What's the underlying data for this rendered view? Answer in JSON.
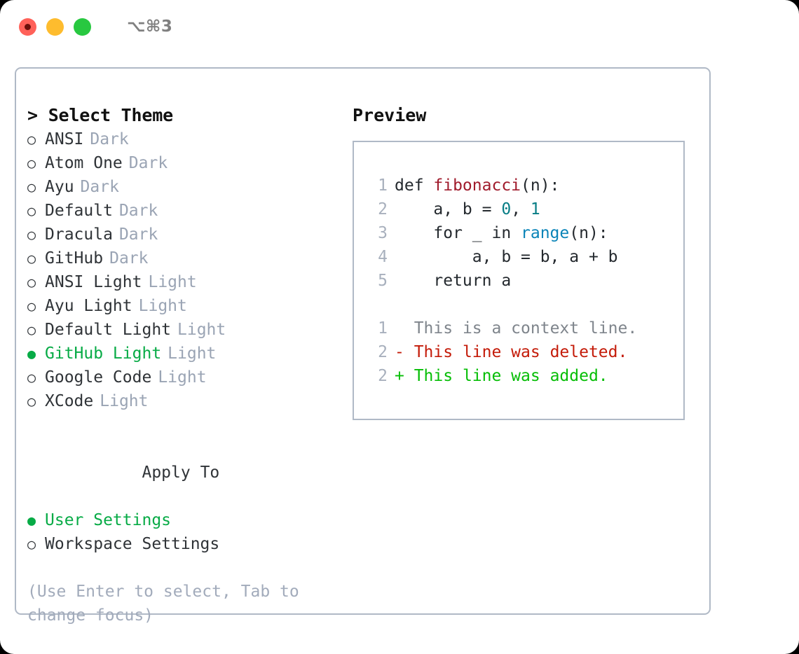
{
  "window": {
    "title": "⌥⌘3",
    "traffic_lights": [
      {
        "name": "close",
        "color": "#ff6159"
      },
      {
        "name": "minimize",
        "color": "#febc2e"
      },
      {
        "name": "maximize",
        "color": "#28c840"
      }
    ]
  },
  "theme_picker": {
    "heading": "> Select Theme",
    "bullet_unselected": "○",
    "bullet_selected": "●",
    "items": [
      {
        "label": "ANSI",
        "variant": "Dark",
        "selected": false
      },
      {
        "label": "Atom One",
        "variant": "Dark",
        "selected": false
      },
      {
        "label": "Ayu",
        "variant": "Dark",
        "selected": false
      },
      {
        "label": "Default",
        "variant": "Dark",
        "selected": false
      },
      {
        "label": "Dracula",
        "variant": "Dark",
        "selected": false
      },
      {
        "label": "GitHub",
        "variant": "Dark",
        "selected": false
      },
      {
        "label": "ANSI Light",
        "variant": "Light",
        "selected": false
      },
      {
        "label": "Ayu Light",
        "variant": "Light",
        "selected": false
      },
      {
        "label": "Default Light",
        "variant": "Light",
        "selected": false
      },
      {
        "label": "GitHub Light",
        "variant": "Light",
        "selected": true
      },
      {
        "label": "Google Code",
        "variant": "Light",
        "selected": false
      },
      {
        "label": "XCode",
        "variant": "Light",
        "selected": false
      }
    ]
  },
  "apply_to": {
    "heading": "Apply To",
    "items": [
      {
        "label": "User Settings",
        "selected": true
      },
      {
        "label": "Workspace Settings",
        "selected": false
      }
    ]
  },
  "hint": "(Use Enter to select, Tab to change focus)",
  "preview": {
    "heading": "Preview",
    "code_lines": [
      {
        "num": "1",
        "tokens": [
          {
            "text": "def ",
            "type": "plain"
          },
          {
            "text": "fibonacci",
            "type": "fn"
          },
          {
            "text": "(n):",
            "type": "plain"
          }
        ]
      },
      {
        "num": "2",
        "tokens": [
          {
            "text": "    a, b = ",
            "type": "plain"
          },
          {
            "text": "0",
            "type": "num"
          },
          {
            "text": ", ",
            "type": "plain"
          },
          {
            "text": "1",
            "type": "num"
          }
        ]
      },
      {
        "num": "3",
        "tokens": [
          {
            "text": "    for _ in ",
            "type": "plain"
          },
          {
            "text": "range",
            "type": "call"
          },
          {
            "text": "(n):",
            "type": "plain"
          }
        ]
      },
      {
        "num": "4",
        "tokens": [
          {
            "text": "        a, b = b, a + b",
            "type": "plain"
          }
        ]
      },
      {
        "num": "5",
        "tokens": [
          {
            "text": "    return a",
            "type": "plain"
          }
        ]
      }
    ],
    "diff_lines": [
      {
        "num": "1",
        "marker": " ",
        "text": " This is a context line.",
        "kind": "ctx"
      },
      {
        "num": "2",
        "marker": "-",
        "text": " This line was deleted.",
        "kind": "del"
      },
      {
        "num": "2",
        "marker": "+",
        "text": " This line was added.",
        "kind": "add"
      }
    ]
  },
  "colors": {
    "accent_green": "#07ab46",
    "muted": "#9aa4b4",
    "border": "#b0b9c6",
    "diff_add": "#06be06",
    "diff_del": "#c41b09",
    "code_fn": "#a01b2c",
    "code_num": "#077d85",
    "code_call": "#0a84b8"
  }
}
